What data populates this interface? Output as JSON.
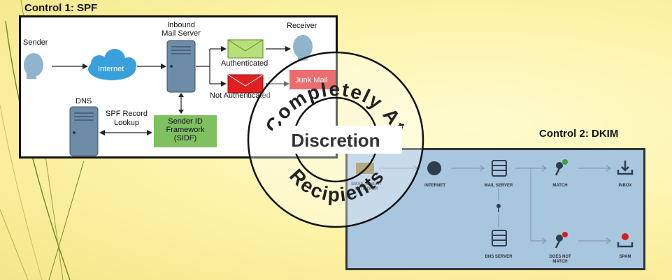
{
  "control1": {
    "title": "Control 1: SPF",
    "sender": "Sender",
    "internet": "Internet",
    "inbound": "Inbound",
    "mail_server": "Mail Server",
    "receiver": "Receiver",
    "authenticated": "Authenticated",
    "not_authenticated": "Not Authenticated",
    "junk_mail": "Junk Mail",
    "dns": "DNS",
    "spf_record": "SPF Record",
    "lookup": "Lookup",
    "sidf_line1": "Sender ID",
    "sidf_line2": "Framework",
    "sidf_line3": "(SIDF)"
  },
  "control2": {
    "title": "Control 2: DKIM",
    "email_sent_1": "EMAIL IS SENT",
    "email_sent_2": "WITH DKIM",
    "internet": "INTERNET",
    "mail_server": "MAIL SERVER",
    "match": "MATCH",
    "inbox": "INBOX",
    "dns_server": "DNS SERVER",
    "does_not_1": "DOES NOT",
    "does_not_2": "MATCH",
    "spam": "SPAM"
  },
  "stamp": {
    "top_text": "Completely At",
    "middle_text": "Discretion",
    "bottom_text": "Recipients"
  },
  "colors": {
    "background": "#fcf3a6",
    "authenticated_envelope": "#b8e07a",
    "junk_red": "#e02020",
    "sidf_green": "#7fc060",
    "internet_cloud": "#3aa0dc",
    "dkim_panel": "#a9c6df"
  }
}
